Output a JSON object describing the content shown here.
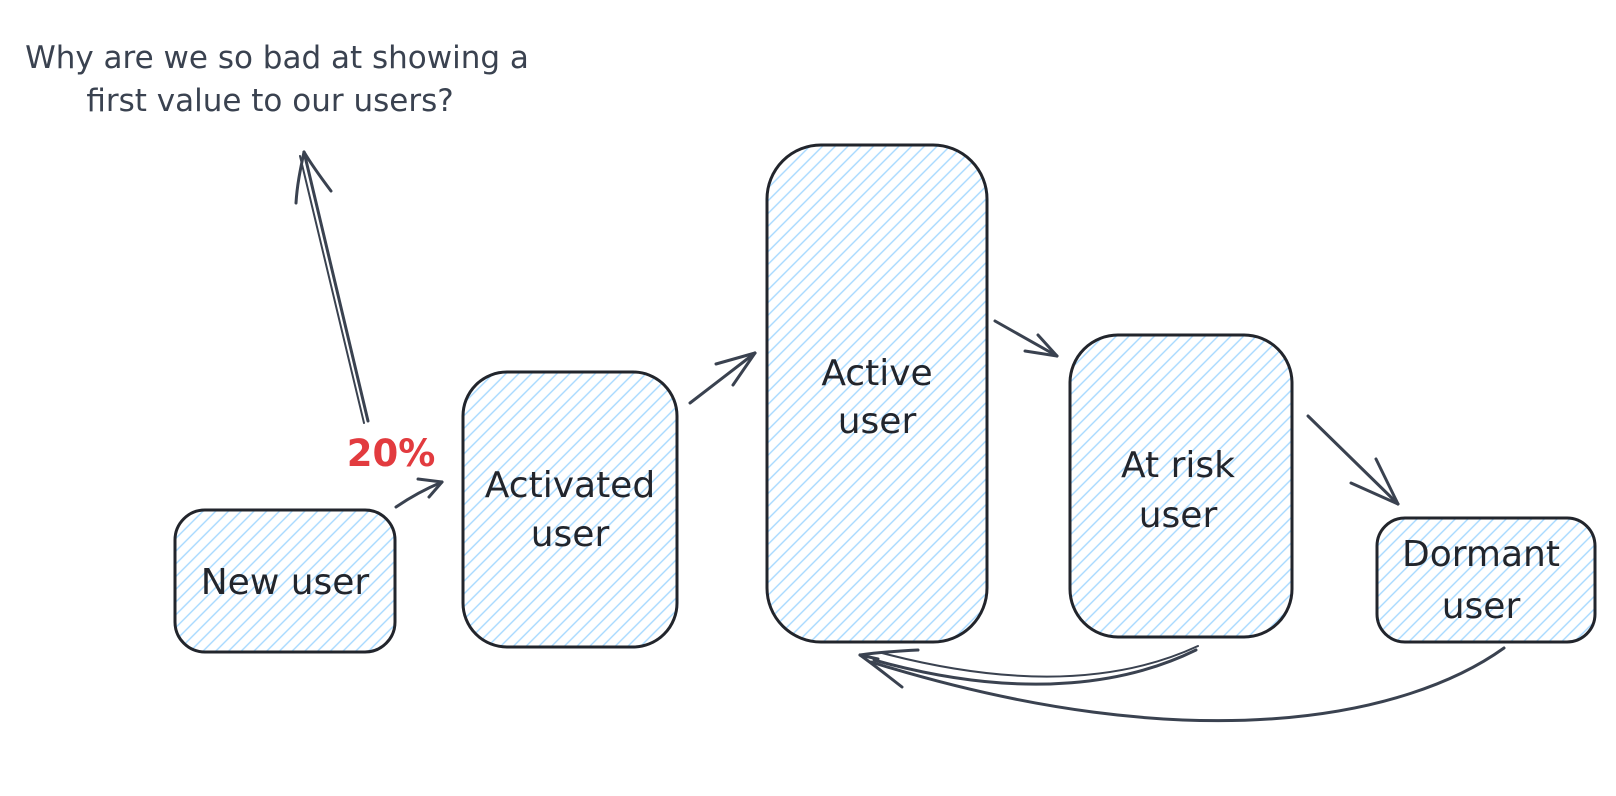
{
  "title": {
    "lines": [
      "Why are we so bad at showing a",
      "first value to our users?"
    ]
  },
  "annotations": {
    "conversion_rate": "20%"
  },
  "stages": [
    {
      "id": "new-user",
      "label": "New user",
      "lines": [
        "New user"
      ]
    },
    {
      "id": "activated-user",
      "label": "Activated user",
      "lines": [
        "Activated",
        "user"
      ]
    },
    {
      "id": "active-user",
      "label": "Active user",
      "lines": [
        "Active",
        "user"
      ]
    },
    {
      "id": "at-risk-user",
      "label": "At risk user",
      "lines": [
        "At risk",
        "user"
      ]
    },
    {
      "id": "dormant-user",
      "label": "Dormant user",
      "lines": [
        "Dormant",
        "user"
      ]
    }
  ],
  "edges": [
    {
      "from": "new-user",
      "to": "activated-user",
      "label": "20%"
    },
    {
      "from": "activated-user",
      "to": "active-user",
      "label": ""
    },
    {
      "from": "active-user",
      "to": "at-risk-user",
      "label": ""
    },
    {
      "from": "at-risk-user",
      "to": "dormant-user",
      "label": ""
    },
    {
      "from": "at-risk-user",
      "to": "active-user",
      "label": ""
    },
    {
      "from": "dormant-user",
      "to": "active-user",
      "label": ""
    },
    {
      "from": "conversion-rate-label",
      "to": "title-question",
      "label": ""
    }
  ],
  "colors": {
    "ink": "#22252c",
    "sketch": "#3a4250",
    "accent-red": "#e23b3f",
    "hatch-blue": "#a5d8ff",
    "background": "#ffffff"
  }
}
